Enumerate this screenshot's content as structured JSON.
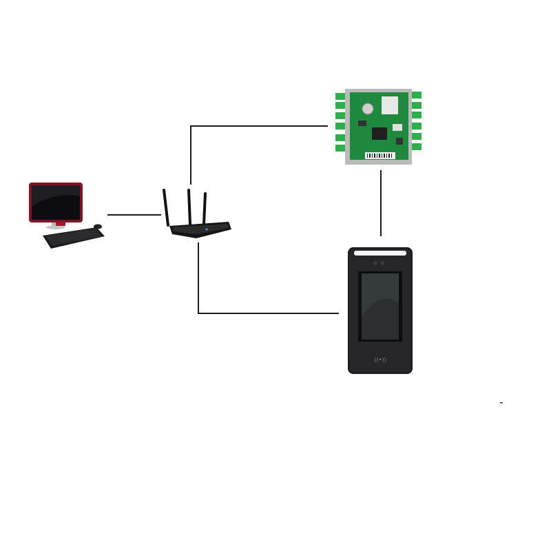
{
  "diagram": {
    "nodes": [
      {
        "id": "computer",
        "icon": "desktop-computer-icon"
      },
      {
        "id": "router",
        "icon": "wifi-router-icon"
      },
      {
        "id": "controller",
        "icon": "access-control-board-icon"
      },
      {
        "id": "terminal",
        "icon": "face-recognition-terminal-icon"
      }
    ],
    "links": [
      {
        "from": "computer",
        "to": "router"
      },
      {
        "from": "router",
        "to": "controller"
      },
      {
        "from": "router",
        "to": "terminal"
      },
      {
        "from": "controller",
        "to": "terminal"
      }
    ],
    "colors": {
      "line": "#1a1a1a",
      "monitor_frame": "#8b1a2b",
      "board_green": "#1f8a3e",
      "terminal_body": "#1c1c1e"
    }
  }
}
